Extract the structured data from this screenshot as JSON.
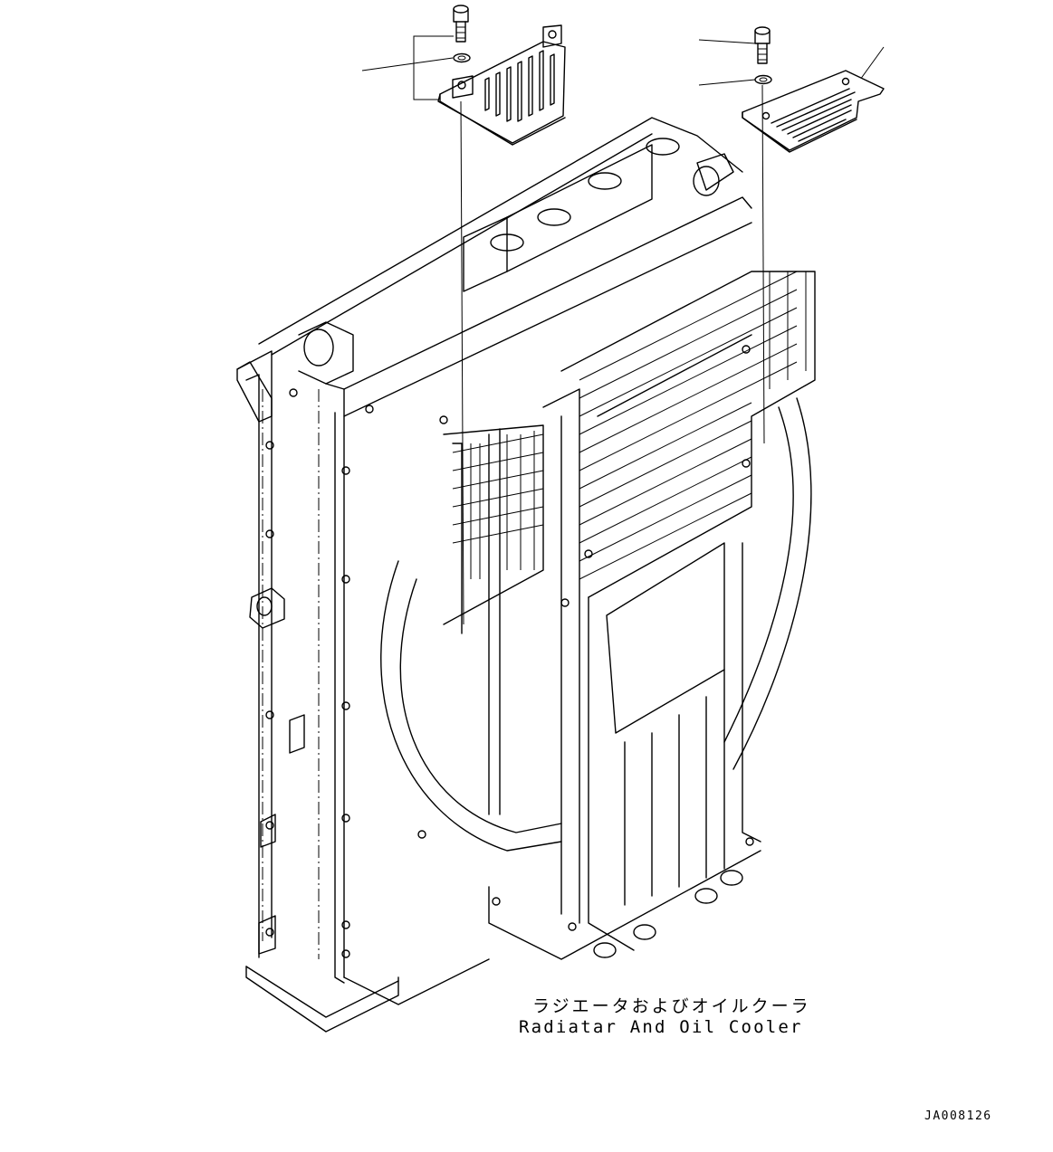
{
  "caption": {
    "japanese": "ラジエータおよびオイルクーラ",
    "english": "Radiatar And Oil Cooler"
  },
  "drawing_id": "JA008126",
  "colors": {
    "line": "#000000",
    "background": "#ffffff"
  }
}
